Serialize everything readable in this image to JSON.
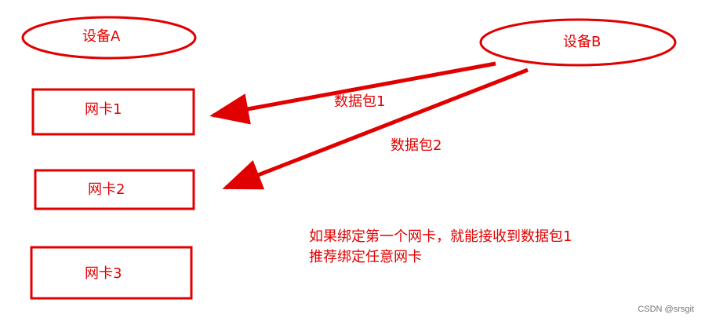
{
  "colors": {
    "accent": "#e10000",
    "background": "#ffffff",
    "watermark": "#777777"
  },
  "devices": {
    "a": {
      "label": "设备A"
    },
    "b": {
      "label": "设备B"
    }
  },
  "nics": [
    {
      "label": "网卡1"
    },
    {
      "label": "网卡2"
    },
    {
      "label": "网卡3"
    }
  ],
  "packets": [
    {
      "label": "数据包1"
    },
    {
      "label": "数据包2"
    }
  ],
  "note": {
    "line1": "如果绑定第一个网卡，就能接收到数据包1",
    "line2": "推荐绑定任意网卡"
  },
  "watermark": "CSDN @srsgit"
}
